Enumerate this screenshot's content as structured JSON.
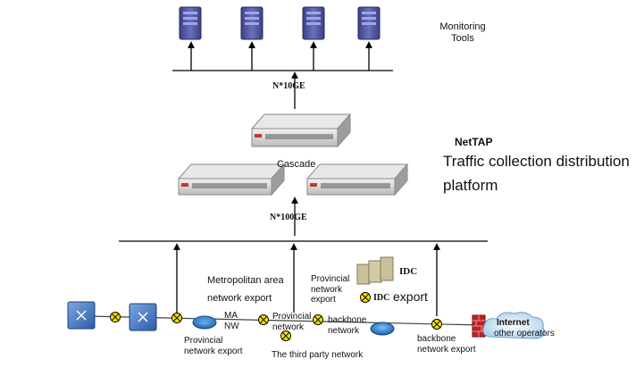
{
  "labels": {
    "monitoring_tools_line1": "Monitoring",
    "monitoring_tools_line2": "Tools",
    "speed_top": "N*10GE",
    "speed_bottom": "N*100GE",
    "nettap_title": "NetTAP",
    "platform_line1": "Traffic collection distribution",
    "platform_line2": "platform",
    "cascade": "Cascade",
    "metro_line1": "Metropolitan area",
    "metro_line2": "network export",
    "prov_export_top_line1": "Provincial",
    "prov_export_top_line2": "network",
    "prov_export_top_line3": "export",
    "idc_title": "IDC",
    "idc_sub": "IDC",
    "idc_export": "export",
    "ma": "MA",
    "nw": "NW",
    "prov_net_line1": "Provincial",
    "prov_net_line2": "network",
    "backbone_line1": "backbone",
    "backbone_line2": "network",
    "prov_export_bottom_line1": "Provincial",
    "prov_export_bottom_line2": "network export",
    "third_party": "The third party network",
    "backbone_export_line1": "backbone",
    "backbone_export_line2": "network export",
    "internet": "Internet",
    "other_operators": "other operators"
  },
  "colors": {
    "server": "#5a5fa8",
    "server_dark": "#363a78",
    "appliance": "#cfd0cf",
    "router": "#2e7fd0",
    "tap": "#f7e000",
    "firewall": "#c02222",
    "cloud": "#9ec6e8"
  }
}
